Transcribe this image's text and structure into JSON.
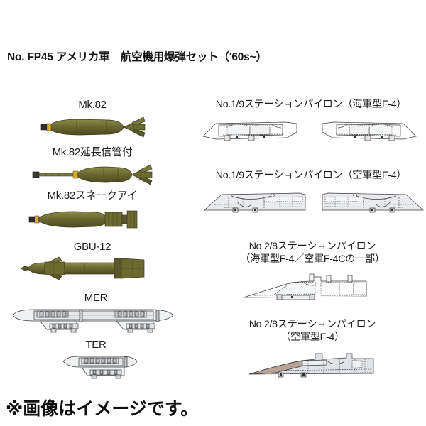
{
  "header": {
    "title": "No. FP45 アメリカ軍　航空機用爆弾セット（'60s~）"
  },
  "footer": {
    "note": "※画像はイメージです。"
  },
  "colors": {
    "olive_drab": "#6b6a31",
    "olive_dark": "#4f4f24",
    "olive_light": "#85833f",
    "yellow_band": "#d9ad2a",
    "line_gray": "#3a3a3a",
    "fill_gray": "#dcdee1",
    "fill_light": "#f2f3f5",
    "text": "#1d1d1d",
    "background": "#ffffff"
  },
  "left_column": {
    "items": [
      {
        "label": "Mk.82",
        "kind": "bomb-mk82"
      },
      {
        "label": "Mk.82延長信管付",
        "kind": "bomb-mk82-fuze-extender"
      },
      {
        "label": "Mk.82スネークアイ",
        "kind": "bomb-mk82-snakeye"
      },
      {
        "label": "GBU-12",
        "kind": "bomb-gbu12"
      },
      {
        "label": "MER",
        "kind": "rack-mer"
      },
      {
        "label": "TER",
        "kind": "rack-ter"
      }
    ]
  },
  "right_column": {
    "items": [
      {
        "label_line1": "No.1/9ステーションパイロン（海軍型F-4）",
        "label_line2": "",
        "kind": "pylon-1-9-navy",
        "count": 2
      },
      {
        "label_line1": "No.1/9ステーションパイロン（空軍型F-4）",
        "label_line2": "",
        "kind": "pylon-1-9-af",
        "count": 2
      },
      {
        "label_line1": "No.2/8ステーションパイロン",
        "label_line2": "（海軍型F-4／空軍F-4Cの一部）",
        "kind": "pylon-2-8-navy",
        "count": 1
      },
      {
        "label_line1": "No.2/8ステーションパイロン",
        "label_line2": "（空軍型F-4）",
        "kind": "pylon-2-8-af",
        "count": 1
      }
    ]
  }
}
